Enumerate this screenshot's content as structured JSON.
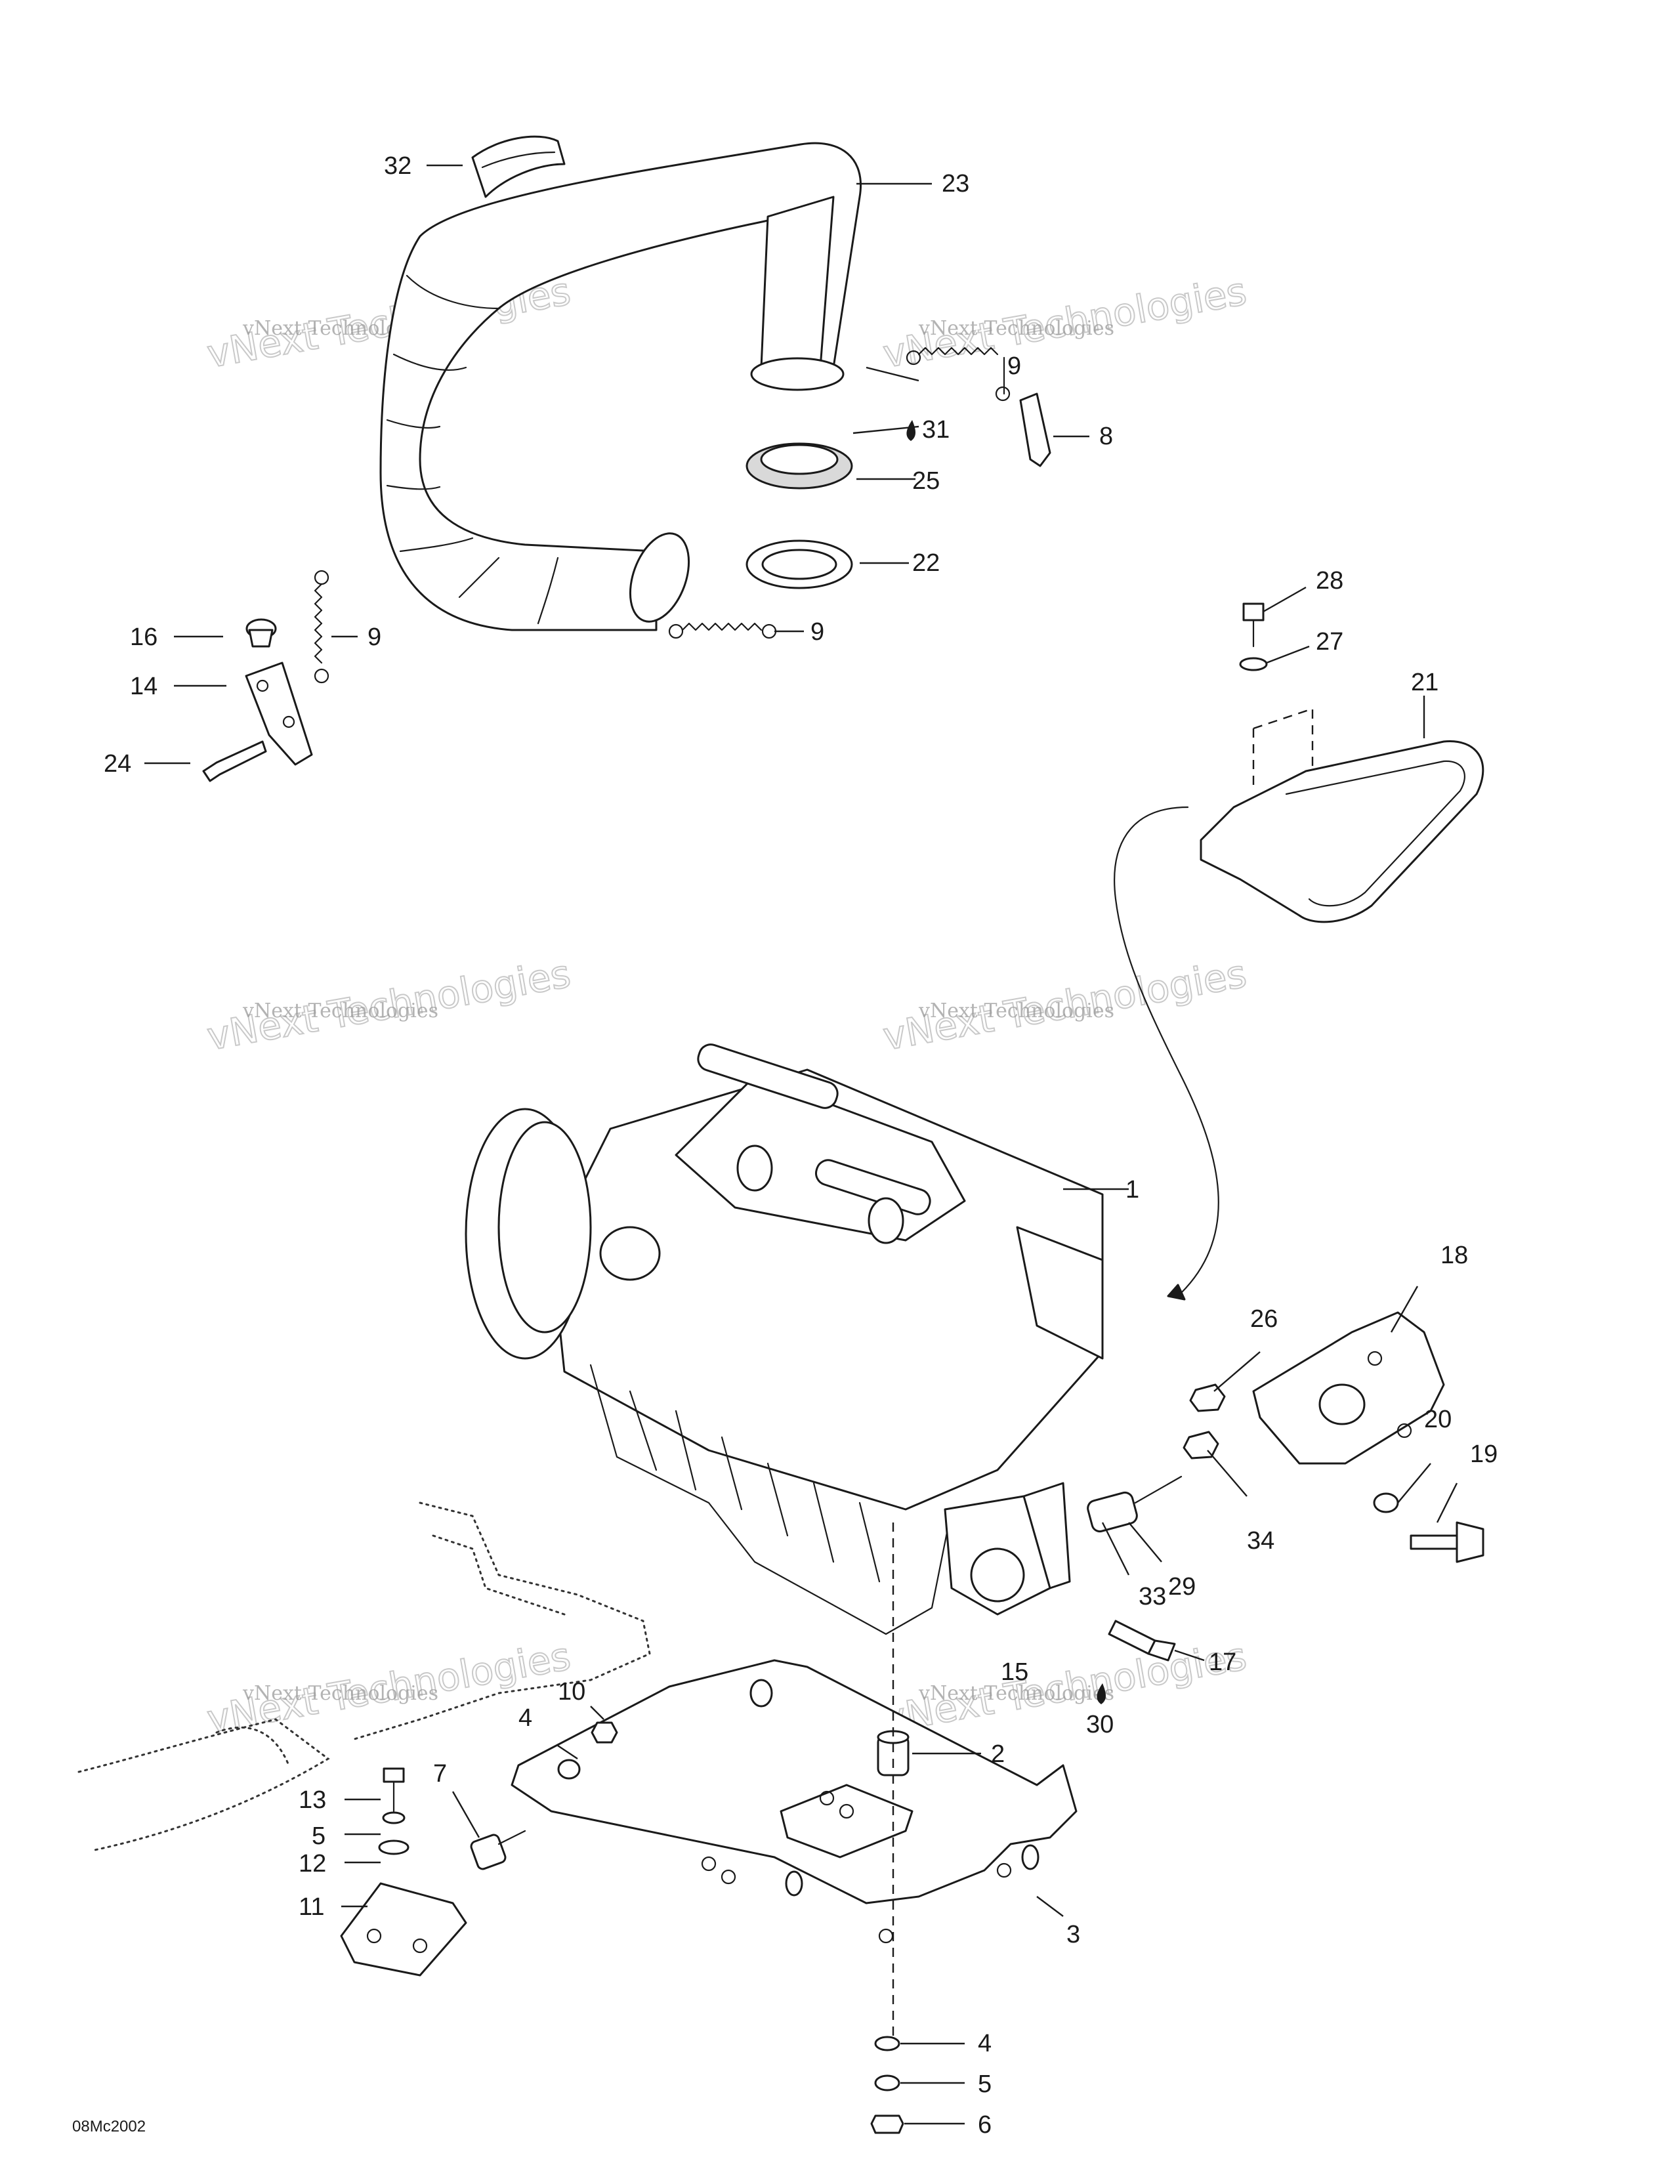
{
  "figure": {
    "reference_code": "08Mc2002",
    "watermark_line1": "vNext Technologies",
    "watermark_line2": "vNext Technologies",
    "callouts": [
      "1",
      "2",
      "3",
      "4",
      "5",
      "6",
      "7",
      "8",
      "9",
      "10",
      "11",
      "12",
      "13",
      "14",
      "15",
      "16",
      "17",
      "18",
      "19",
      "20",
      "21",
      "22",
      "23",
      "24",
      "25",
      "26",
      "27",
      "28",
      "29",
      "30",
      "31",
      "32",
      "33",
      "34"
    ],
    "lubricant_mark_callouts": [
      "30",
      "31"
    ]
  }
}
